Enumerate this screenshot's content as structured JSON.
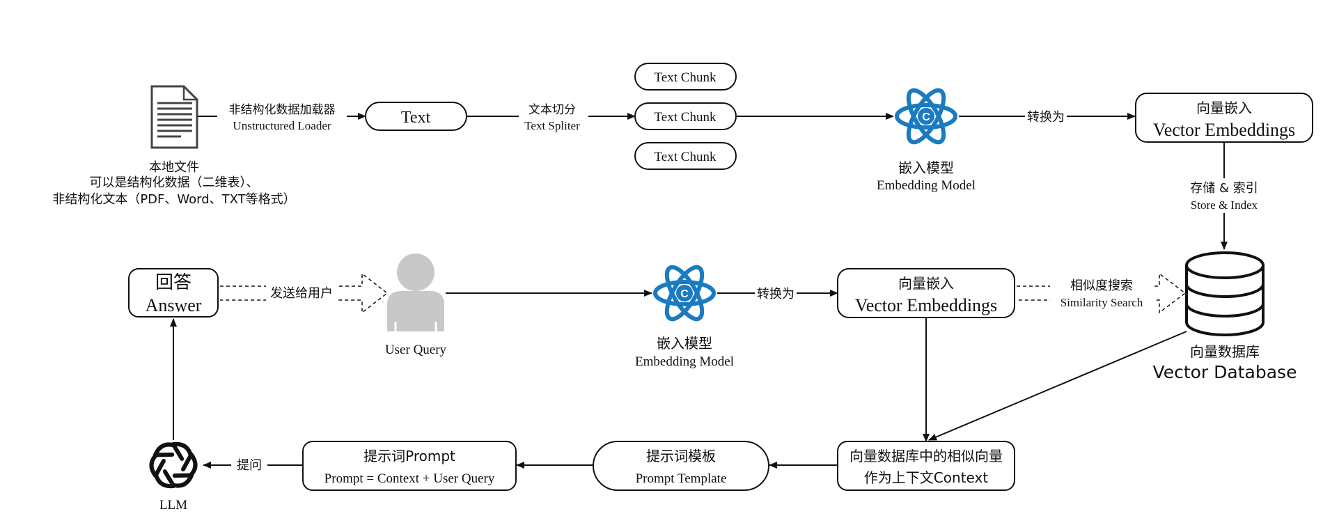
{
  "row1": {
    "local_file": {
      "line1": "本地文件",
      "line2": "可以是结构化数据（二维表）、",
      "line3": "非结构化文本（PDF、Word、TXT等格式）"
    },
    "loader_cn": "非结构化数据加载器",
    "loader_en": "Unstructured Loader",
    "text_box": "Text",
    "splitter_cn": "文本切分",
    "splitter_en": "Text Spliter",
    "chunks": [
      "Text Chunk",
      "Text Chunk",
      "Text Chunk"
    ],
    "model_cn": "嵌入模型",
    "model_en": "Embedding Model",
    "convert": "转换为",
    "vec_cn": "向量嵌入",
    "vec_en": "Vector Embeddings",
    "store_cn": "存储 & 索引",
    "store_en": "Store & Index"
  },
  "row2": {
    "answer_cn": "回答",
    "answer_en": "Answer",
    "send_user": "发送给用户",
    "user_query": "User Query",
    "model_cn": "嵌入模型",
    "model_en": "Embedding Model",
    "convert": "转换为",
    "vec_cn": "向量嵌入",
    "vec_en": "Vector Embeddings",
    "search_cn": "相似度搜索",
    "search_en": "Similarity Search",
    "db_cn": "向量数据库",
    "db_en": "Vector Database"
  },
  "row3": {
    "llm": "LLM",
    "ask": "提问",
    "prompt_cn": "提示词Prompt",
    "prompt_formula": "Prompt = Context + User Query",
    "template_cn": "提示词模板",
    "template_en": "Prompt Template",
    "context_line1": "向量数据库中的相似向量",
    "context_line2": "作为上下文Context"
  },
  "colors": {
    "atom_blue": "#1b7bc0",
    "stroke": "#111111",
    "user_gray": "#c8c8c8"
  },
  "icons": [
    "document-icon",
    "embedding-model-icon",
    "user-icon",
    "database-icon",
    "llm-icon"
  ]
}
